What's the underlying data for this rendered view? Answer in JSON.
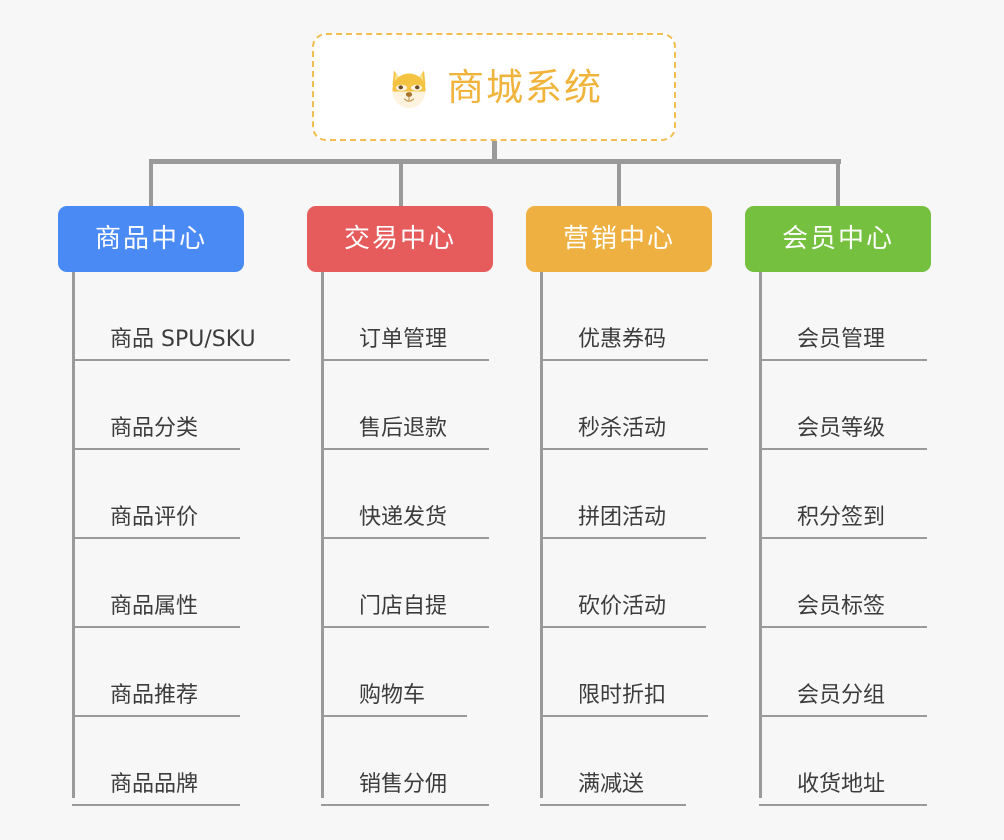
{
  "root": {
    "title": "商城系统",
    "icon": "shiba-dog-icon",
    "border_color": "#f2be52",
    "text_color": "#f0b43c"
  },
  "page": {
    "background": "#f7f7f7",
    "connector_color": "#9a9a9a"
  },
  "branches": [
    {
      "label": "商品中心",
      "color": "#4a8af4",
      "items": [
        "商品 SPU/SKU",
        "商品分类",
        "商品评价",
        "商品属性",
        "商品推荐",
        "商品品牌"
      ]
    },
    {
      "label": "交易中心",
      "color": "#e65c5c",
      "items": [
        "订单管理",
        "售后退款",
        "快递发货",
        "门店自提",
        "购物车",
        "销售分佣"
      ]
    },
    {
      "label": "营销中心",
      "color": "#eeb040",
      "items": [
        "优惠券码",
        "秒杀活动",
        "拼团活动",
        "砍价活动",
        "限时折扣",
        "满减送"
      ]
    },
    {
      "label": "会员中心",
      "color": "#76c03f",
      "items": [
        "会员管理",
        "会员等级",
        "积分签到",
        "会员标签",
        "会员分组",
        "收货地址"
      ]
    }
  ]
}
